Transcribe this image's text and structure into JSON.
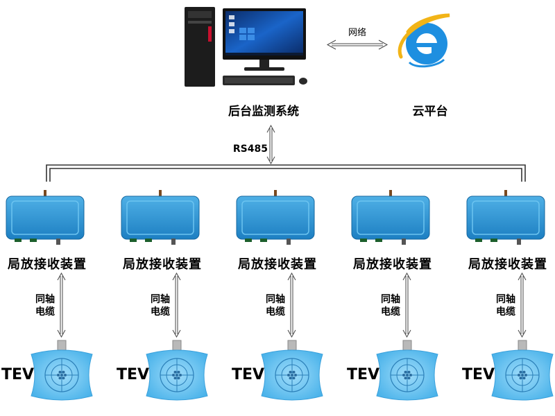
{
  "backend": {
    "label": "后台监测系统"
  },
  "cloud": {
    "label": "云平台"
  },
  "network": {
    "label": "网络"
  },
  "bus": {
    "label": "RS485"
  },
  "units": [
    {
      "device_label": "局放接收装置",
      "cable_line1": "同轴",
      "cable_line2": "电缆",
      "sensor_label": "TEV"
    },
    {
      "device_label": "局放接收装置",
      "cable_line1": "同轴",
      "cable_line2": "电缆",
      "sensor_label": "TEV"
    },
    {
      "device_label": "局放接收装置",
      "cable_line1": "同轴",
      "cable_line2": "电缆",
      "sensor_label": "TEV"
    },
    {
      "device_label": "局放接收装置",
      "cable_line1": "同轴",
      "cable_line2": "电缆",
      "sensor_label": "TEV"
    },
    {
      "device_label": "局放接收装置",
      "cable_line1": "同轴",
      "cable_line2": "电缆",
      "sensor_label": "TEV"
    }
  ],
  "colors": {
    "device_blue": "#2a8fd0",
    "sensor_blue": "#6cc6f2",
    "tower_black": "#1c1c1c",
    "accent_red": "#c8102e",
    "ie_blue": "#1e8fe0",
    "ie_ring": "#f2b417"
  },
  "icons": {
    "computer": "desktop-computer-icon",
    "cloud": "internet-explorer-icon",
    "device": "receiver-box-icon",
    "sensor": "tev-sensor-icon"
  }
}
